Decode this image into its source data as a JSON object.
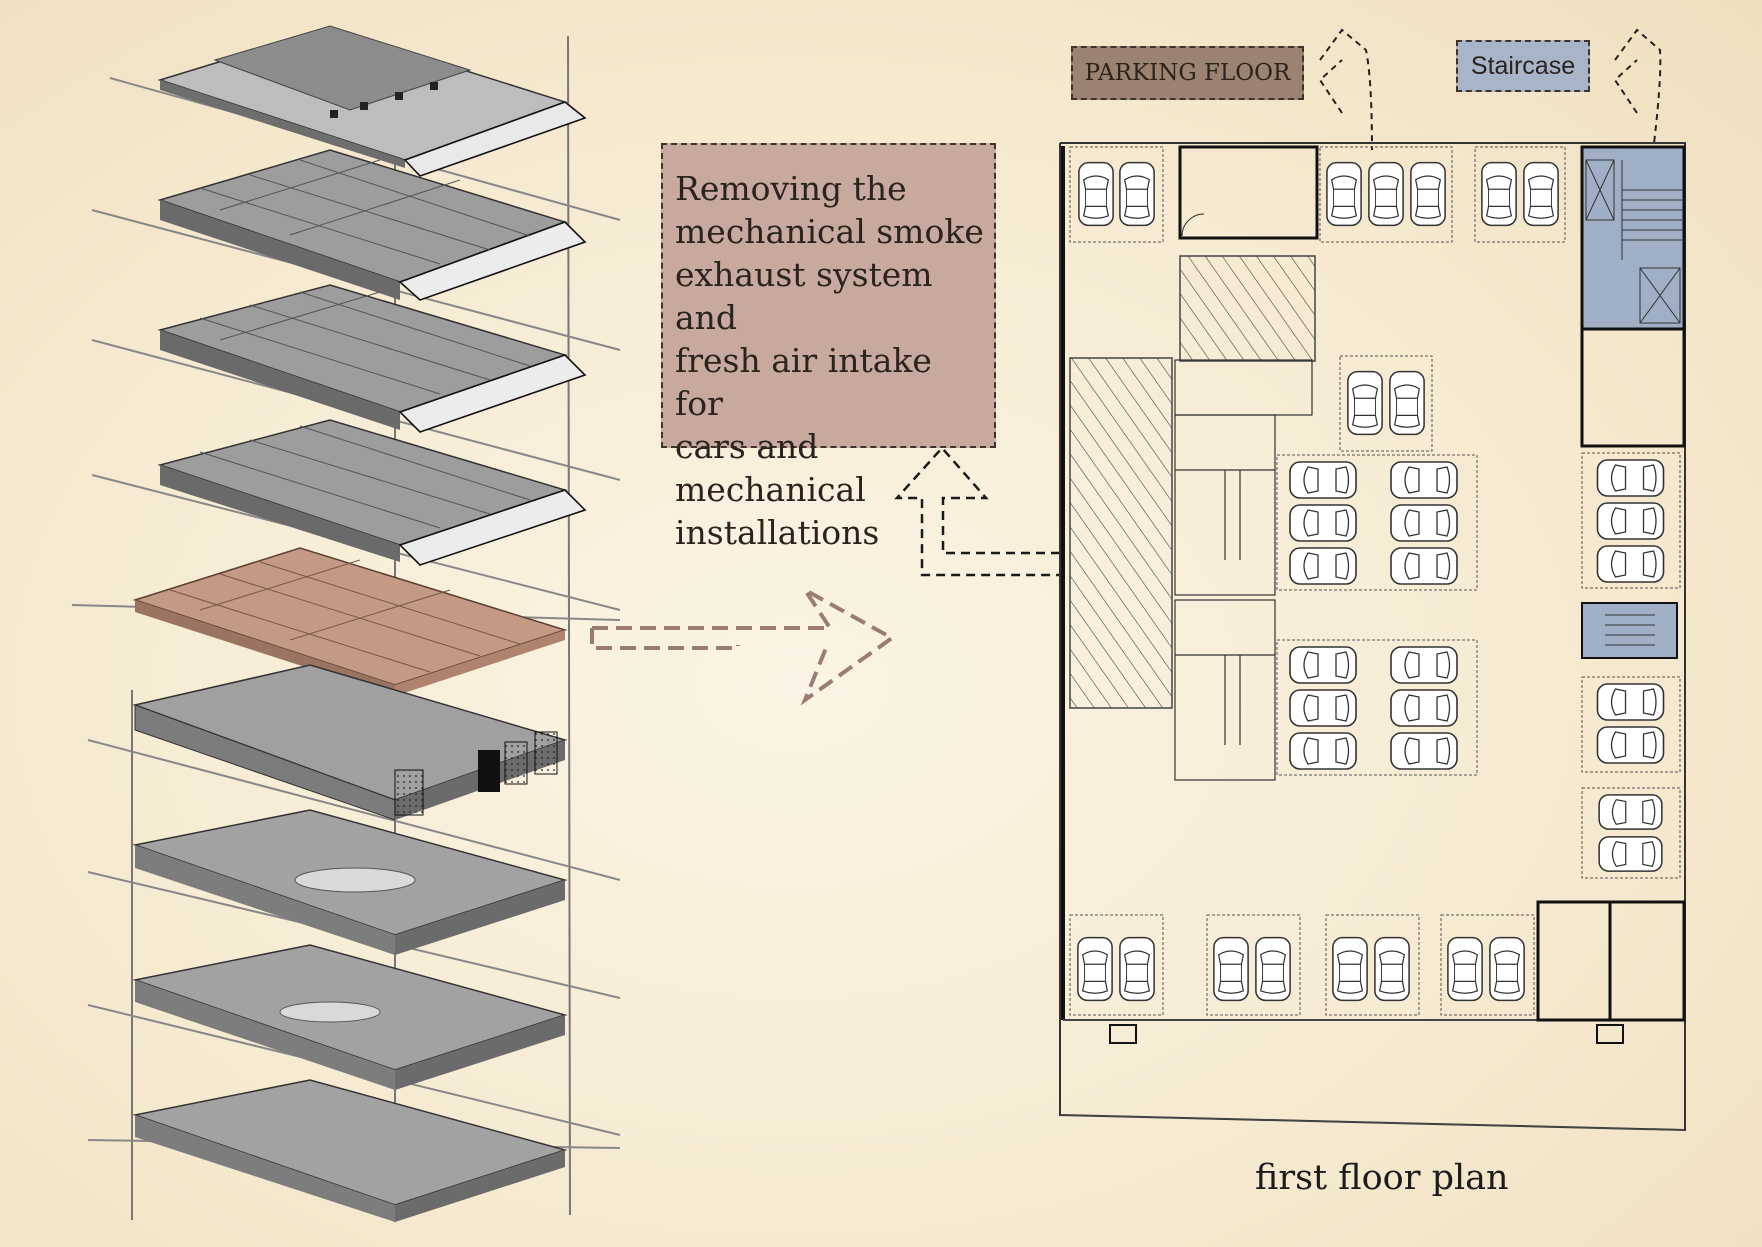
{
  "labels": {
    "parking_floor": "PARKING FLOOR",
    "staircase": "Staircase",
    "note": "Removing the\nmechanical smoke\nexhaust system and\nfresh air intake for\ncars and mechanical\ninstallations",
    "plan_title": "first floor plan"
  },
  "colors": {
    "highlight_floor": "#c49a86",
    "parking_tag": "#9c8270",
    "staircase_tag": "#a8b4c8",
    "note_fill": "#c7a99d",
    "floor_gray": "#8d8d8d",
    "stair_blue": "#9fb0c6"
  },
  "icons": [
    "car-icon",
    "door-icon",
    "ramp-icon",
    "arrow-up-icon",
    "arrow-right-icon"
  ]
}
